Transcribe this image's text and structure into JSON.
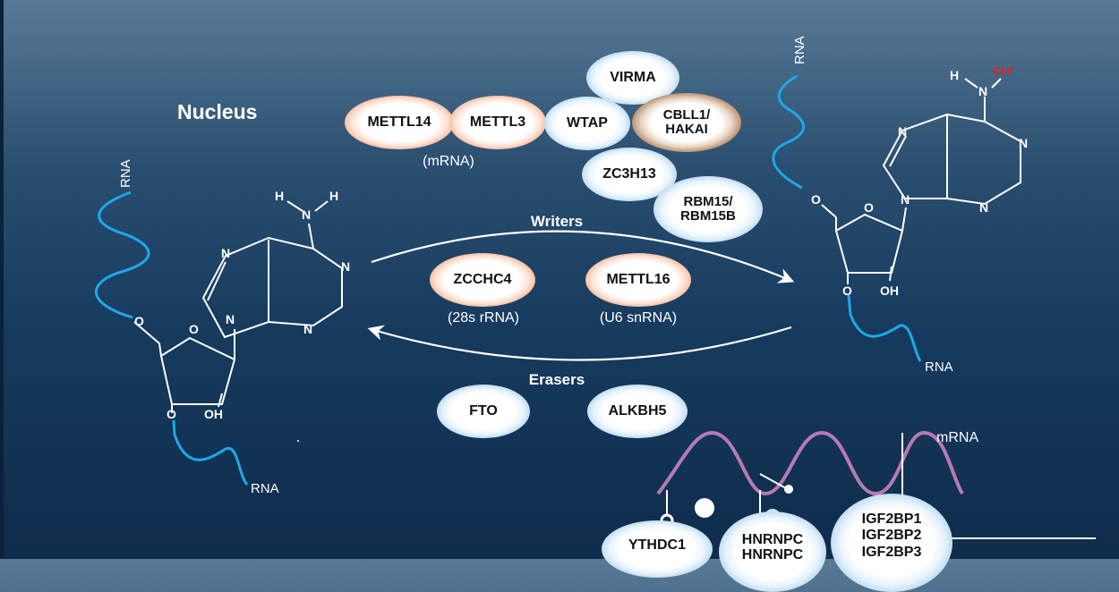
{
  "nucleus_label": "Nucleus",
  "writers_label": "Writers",
  "erasers_label": "Erasers",
  "complex_proteins": {
    "mettl14": "METTL14",
    "mettl3": "METTL3",
    "wtap": "WTAP",
    "virma": "VIRMA",
    "cbll1_line1": "CBLL1/",
    "cbll1_line2": "HAKAI",
    "zc3h13": "ZC3H13",
    "rbm15_line1": "RBM15/",
    "rbm15_line2": "RBM15B",
    "complex_target": "(mRNA)"
  },
  "other_writers": {
    "zcchc4": "ZCCHC4",
    "zcchc4_target": "(28s rRNA)",
    "mettl16": "METTL16",
    "mettl16_target": "(U6 snRNA)"
  },
  "erasers": {
    "fto": "FTO",
    "alkbh5": "ALKBH5"
  },
  "readers": {
    "mrna_label": "mRNA",
    "ythdc1": "YTHDC1",
    "hnrnpc_line1": "HNRNPC",
    "hnrnpc_line2": "HNRNPC",
    "igf_line1": "IGF2BP1",
    "igf_line2": "IGF2BP2",
    "igf_line3": "IGF2BP3"
  },
  "left_molecule": {
    "rna_top": "RNA",
    "rna_bottom": "RNA",
    "h1": "H",
    "h2": "H",
    "n_amine": "N",
    "n_ring1": "N",
    "n_ring2": "N",
    "n_ring3": "N",
    "n_glyco": "N",
    "o_ring": "O",
    "o_5prime": "O",
    "o_3prime": "O",
    "oh": "OH"
  },
  "right_molecule": {
    "rna_top": "RNA",
    "rna_bottom": "RNA",
    "h": "H",
    "methyl": "CH³",
    "n_amine": "N",
    "n_ring1": "N",
    "n_ring2": "N",
    "n_ring3": "N",
    "n_glyco": "N",
    "o_ring": "O",
    "o_5prime": "O",
    "o_3prime": "O",
    "oh": "OH"
  },
  "colors": {
    "rna_strand": "#1ea8e8",
    "mrna_wave": "#b67ab4",
    "methyl": "#e02020",
    "writer_ring": "#e0643c",
    "reader_eraser_ring": "#3d88bd",
    "cbll1_ring": "#6b4324"
  }
}
